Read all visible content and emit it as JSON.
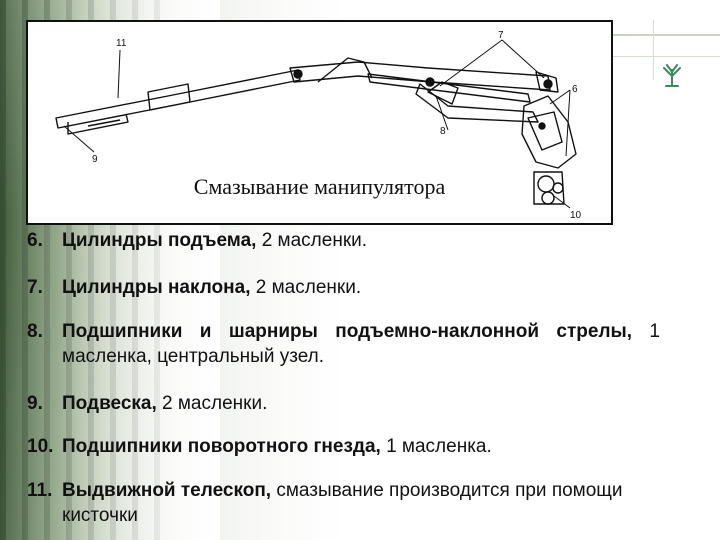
{
  "figure": {
    "caption": "Смазывание манипулятора",
    "callouts": [
      "11",
      "7",
      "6",
      "8",
      "9",
      "10"
    ]
  },
  "logo": {
    "icon": "tree-logo-icon",
    "color": "#3e8a5a"
  },
  "items": [
    {
      "num": "6.",
      "bold": "Цилиндры подъема,",
      "rest": " 2 масленки."
    },
    {
      "num": "7.",
      "bold": "Цилиндры наклона,",
      "rest": " 2 масленки."
    },
    {
      "num": "8.",
      "bold": "Подшипники и шарниры подъемно-наклонной стрелы,",
      "rest": " 1 масленка, центральный узел."
    },
    {
      "num": "9.",
      "bold": "Подвеска,",
      "rest": " 2 масленки."
    },
    {
      "num": "10.",
      "bold": "Подшипники поворотного гнезда,",
      "rest": " 1 масленка."
    },
    {
      "num": "11.",
      "bold": "Выдвижной телескоп,",
      "rest": " смазывание производится при помощи кисточки"
    }
  ]
}
